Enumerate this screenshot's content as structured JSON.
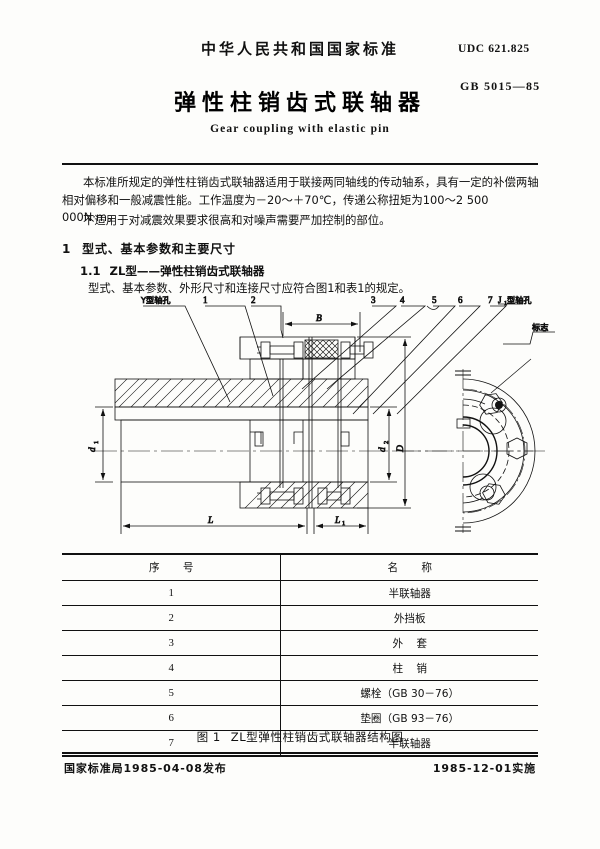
{
  "header": {
    "national": "中华人民共和国国家标准",
    "title": "弹性柱销齿式联轴器",
    "english_title": "Gear coupling with elastic pin",
    "udc": "UDC 621.825",
    "standard_no": "GB 5015—85"
  },
  "body": {
    "para1": "本标准所规定的弹性柱销齿式联轴器适用于联接两同轴线的传动轴系，具有一定的补偿两轴相对偏移和一般减震性能。工作温度为－20～＋70℃，传递公称扭矩为100～2 500 000N·m。",
    "para2": "不适用于对减震效果要求很高和对噪声需要严加控制的部位。",
    "section1_num": "1",
    "section1_title": "型式、基本参数和主要尺寸",
    "section11_num": "1.1",
    "section11_title": "ZL型——弹性柱销齿式联轴器",
    "section11_body": "型式、基本参数、外形尺寸和连接尺寸应符合图1和表1的规定。"
  },
  "drawing": {
    "label_y_bore": "Y型轴孔",
    "label_j1_bore": "J₁型轴孔",
    "label_mark": "标志",
    "callouts": [
      "1",
      "2",
      "3",
      "4",
      "5",
      "6",
      "7"
    ],
    "dim_B": "B",
    "dim_L": "L",
    "dim_L1": "L₁",
    "dim_d1": "d₁",
    "dim_d2": "d₂",
    "dim_D": "D"
  },
  "table": {
    "headers": [
      "序  号",
      "名  称"
    ],
    "rows": [
      {
        "no": "1",
        "name": "半联轴器"
      },
      {
        "no": "2",
        "name": "外挡板"
      },
      {
        "no": "3",
        "name": "外  套"
      },
      {
        "no": "4",
        "name": "柱  销"
      },
      {
        "no": "5",
        "name": "螺栓（GB 30－76）"
      },
      {
        "no": "6",
        "name": "垫圈（GB 93－76）"
      },
      {
        "no": "7",
        "name": "半联轴器"
      }
    ]
  },
  "figure": {
    "caption_label": "图 1",
    "caption_text": "ZL型弹性柱销齿式联轴器结构图"
  },
  "footer": {
    "left": "国家标准局1985-04-08发布",
    "right": "1985-12-01实施"
  }
}
